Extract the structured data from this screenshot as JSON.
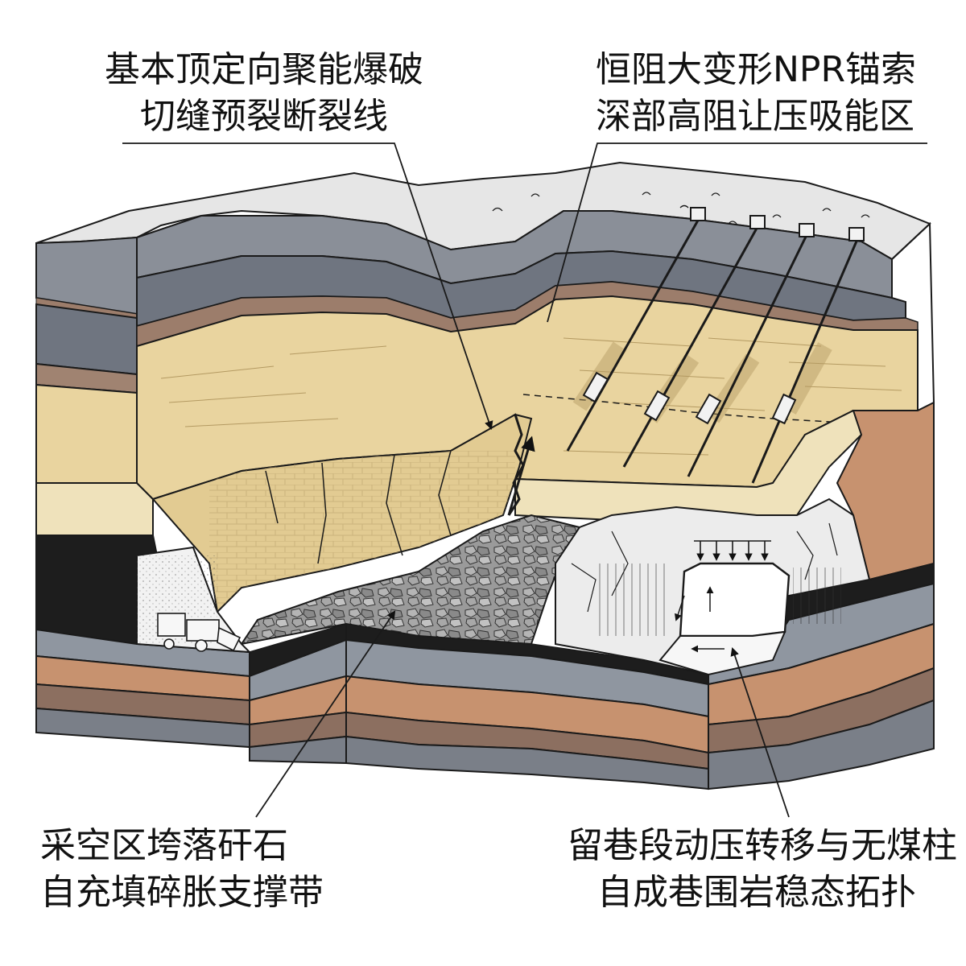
{
  "labels": {
    "top_left": {
      "line1": "基本顶定向聚能爆破",
      "line2": "切缝预裂断裂线"
    },
    "top_right": {
      "line1": "恒阻大变形NPR锚索",
      "line2": "深部高阻让压吸能区"
    },
    "bottom_left": {
      "line1": "采空区垮落矸石",
      "line2": "自充填碎胀支撑带"
    },
    "bottom_right": {
      "line1": "留巷段动压转移与无煤柱",
      "line2": "自成巷围岩稳态拓扑"
    }
  },
  "colors": {
    "outline": "#1a1a1a",
    "sandstone": "#e9d49f",
    "sandstone_light": "#efe2bb",
    "mudstone_gray": "#8f96a0",
    "mudstone_dark": "#6f7580",
    "brown": "#9c7d6b",
    "tan_red": "#c7926f",
    "coal": "#1d1d1d",
    "surface": "#e6e6e6",
    "gravel": "#9a9a9a",
    "white_zone": "#f2f2f2"
  },
  "icons": [
    "anchor-cable-icon",
    "mining-machine-icon",
    "crack-arrow-icon"
  ]
}
